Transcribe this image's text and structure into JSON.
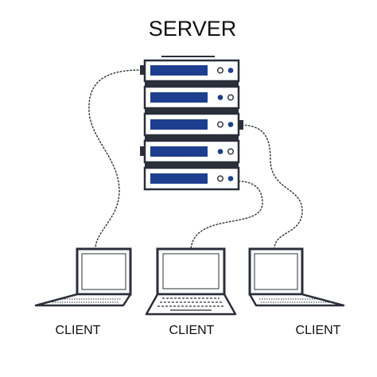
{
  "diagram": {
    "title": "SERVER",
    "clients": [
      {
        "label": "CLIENT"
      },
      {
        "label": "CLIENT"
      },
      {
        "label": "CLIENT"
      }
    ],
    "colors": {
      "outline": "#2a2f3a",
      "accent": "#1e3f8f",
      "background": "#ffffff"
    }
  }
}
